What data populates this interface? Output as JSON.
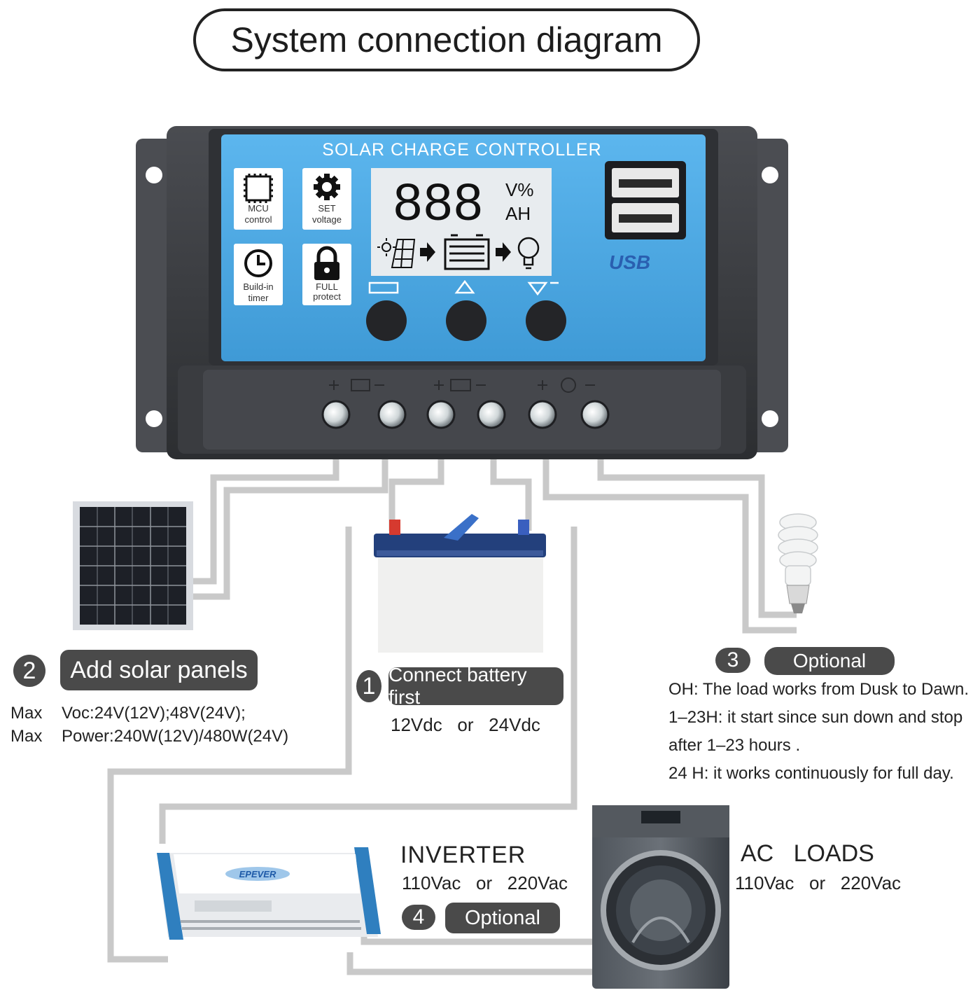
{
  "title": "System connection diagram",
  "controller": {
    "header": "SOLAR CHARGE CONTROLLER",
    "features": [
      {
        "icon": "chip-icon",
        "line1": "MCU",
        "line2": "control"
      },
      {
        "icon": "gear-icon",
        "line1": "SET",
        "line2": "voltage"
      },
      {
        "icon": "clock-icon",
        "line1": "Build-in",
        "line2": "timer"
      },
      {
        "icon": "lock-icon",
        "line1": "FULL",
        "line2": "protect"
      }
    ],
    "lcd_digits": "888",
    "lcd_unit_top": "V%",
    "lcd_unit_bottom": "AH",
    "usb_label": "USB",
    "buttons": [
      "menu-button",
      "up-button",
      "down-button"
    ]
  },
  "solar": {
    "number": "2",
    "label": "Add solar panels",
    "spec1_prefix": "Max",
    "spec1": "Voc:24V(12V);48V(24V);",
    "spec2_prefix": "Max",
    "spec2": "Power:240W(12V)/480W(24V)"
  },
  "battery": {
    "number": "1",
    "label": "Connect battery first",
    "voltage": "12Vdc   or   24Vdc"
  },
  "load": {
    "number": "3",
    "label": "Optional",
    "lines": [
      "OH: The load works from Dusk to Dawn.",
      "1–23H: it start since sun down and stop",
      "after 1–23 hours .",
      "24 H: it works continuously for full day."
    ]
  },
  "inverter": {
    "title": "INVERTER",
    "voltage": "110Vac   or   220Vac",
    "number": "4",
    "label": "Optional",
    "brand": "EPEVER"
  },
  "ac_loads": {
    "title": "AC   LOADS",
    "voltage": "110Vac   or   220Vac"
  },
  "colors": {
    "panel_blue": "#49a9e3",
    "controller_body": "#3b3d41",
    "wire": "#c9c9c9",
    "pill": "#4a4a4a"
  }
}
